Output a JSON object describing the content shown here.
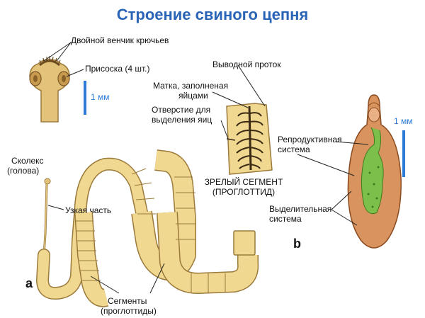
{
  "title": "Строение свиного цепня",
  "labels": {
    "hooks": "Двойной венчик крючьев",
    "sucker": "Присоска (4 шт.)",
    "scale_head": "1 мм",
    "duct": "Выводной проток",
    "uterus_line1": "Матка, заполненая",
    "uterus_line2": "яйцами",
    "opening_line1": "Отверстие для",
    "opening_line2": "выделения яиц",
    "mature_line1": "ЗРЕЛЫЙ СЕГМЕНТ",
    "mature_line2": "(ПРОГЛОТТИД)",
    "scale_egg": "1 мм",
    "repro_line1": "Репродуктивная",
    "repro_line2": "система",
    "excr_line1": "Выделительная",
    "excr_line2": "система",
    "scolex_line1": "Сколекс",
    "scolex_line2": "(голова)",
    "neck": "Узкая часть",
    "segments_line1": "Сегменты",
    "segments_line2": "(проглоттиды)",
    "letter_a": "а",
    "letter_b": "b"
  },
  "colors": {
    "title": "#2a64b6",
    "segment_fill": "#f0d890",
    "segment_stroke": "#9b7a3c",
    "uterus": "#3b2a14",
    "egg_fill": "#d9935e",
    "repro": "#7cbf4a",
    "scale_bar": "#2a7ad6"
  }
}
